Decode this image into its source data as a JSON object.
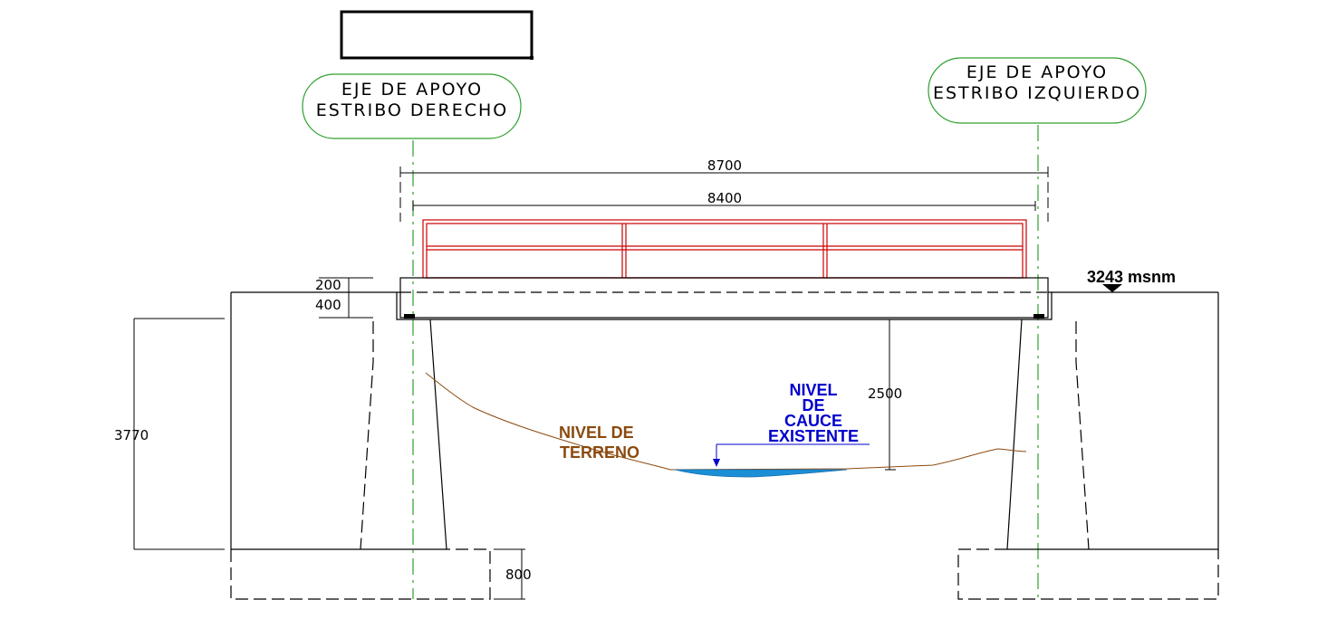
{
  "title_box_text": "",
  "supports": {
    "right": {
      "line1": "EJE DE APOYO",
      "line2": "ESTRIBO DERECHO"
    },
    "left": {
      "line1": "EJE DE APOYO",
      "line2": "ESTRIBO IZQUIERDO"
    }
  },
  "dimensions": {
    "span_total": "8700",
    "span_inner": "8400",
    "slab_top": "200",
    "slab_bottom": "400",
    "abutment_height": "3770",
    "clearance": "2500",
    "footing": "800"
  },
  "elevation": "3243 msnm",
  "labels": {
    "terrain_line1": "NIVEL DE",
    "terrain_line2": "TERRENO",
    "channel_line1": "NIVEL",
    "channel_line2": "DE",
    "channel_line3": "CAUCE",
    "channel_line4": "EXISTENTE"
  },
  "colors": {
    "axis_green": "#2ea02e",
    "railing_red": "#cc0000",
    "terrain_brown": "#8b4a0f",
    "water_blue": "#1a8fd6",
    "label_blue": "#0000cc"
  }
}
